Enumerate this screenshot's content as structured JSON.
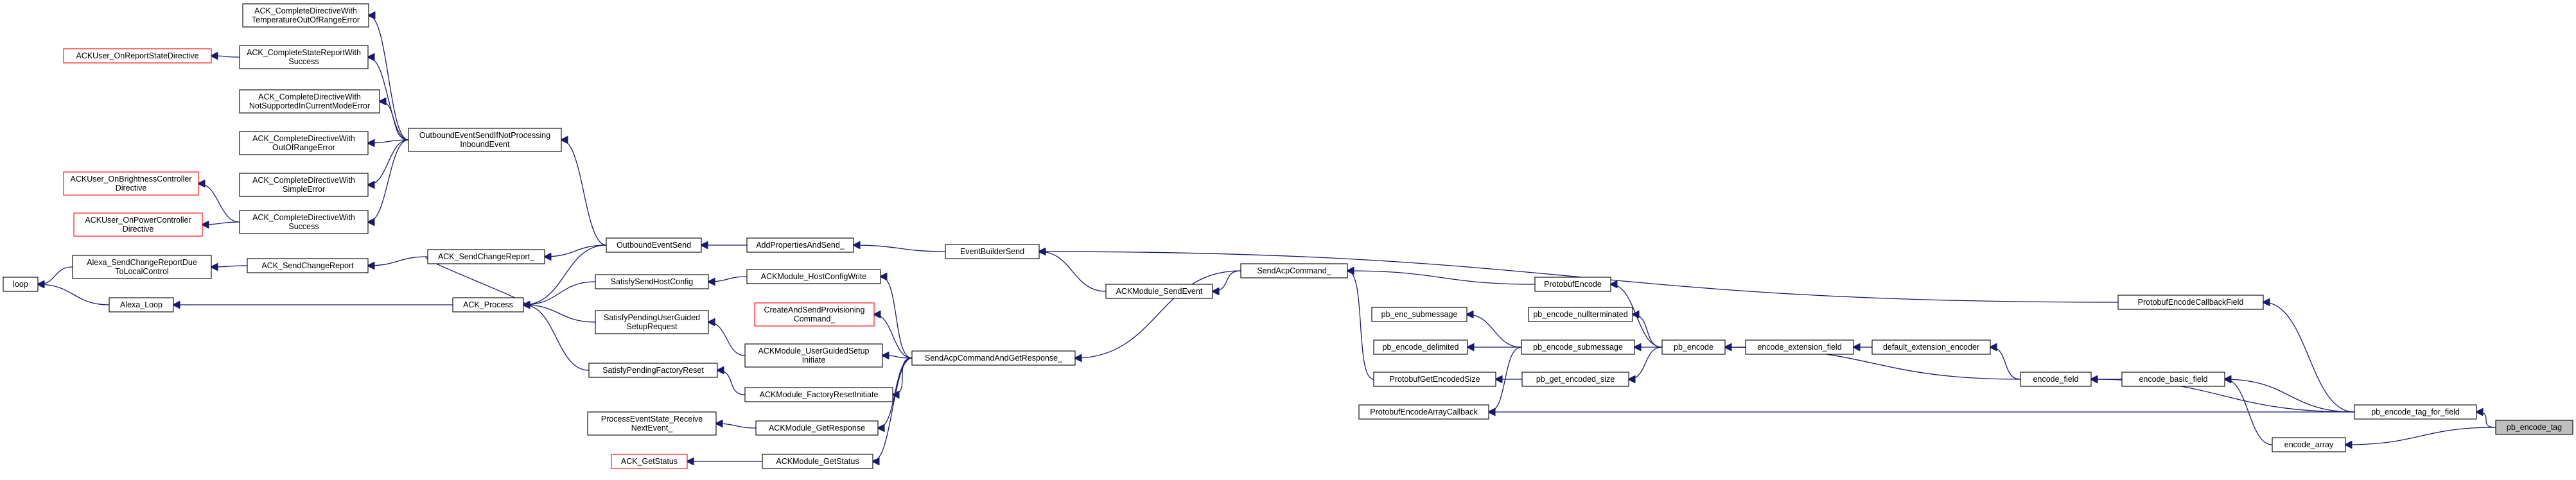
{
  "diagram": {
    "nodes": [
      {
        "id": "n_temp",
        "lines": [
          "ACK_CompleteDirectiveWith",
          "TemperatureOutOfRangeError"
        ],
        "style": "normal"
      },
      {
        "id": "n_onreport",
        "lines": [
          "ACKUser_OnReportStateDirective"
        ],
        "style": "incomplete"
      },
      {
        "id": "n_statereport",
        "lines": [
          "ACK_CompleteStateReportWith",
          "Success"
        ],
        "style": "normal"
      },
      {
        "id": "n_notsupported",
        "lines": [
          "ACK_CompleteDirectiveWith",
          "NotSupportedInCurrentModeError"
        ],
        "style": "normal"
      },
      {
        "id": "n_outbound_np",
        "lines": [
          "OutboundEventSendIfNotProcessing",
          "InboundEvent"
        ],
        "style": "normal"
      },
      {
        "id": "n_outofrange",
        "lines": [
          "ACK_CompleteDirectiveWith",
          "OutOfRangeError"
        ],
        "style": "normal"
      },
      {
        "id": "n_simpleerror",
        "lines": [
          "ACK_CompleteDirectiveWith",
          "SimpleError"
        ],
        "style": "normal"
      },
      {
        "id": "n_onbrightness",
        "lines": [
          "ACKUser_OnBrightnessController",
          "Directive"
        ],
        "style": "incomplete"
      },
      {
        "id": "n_onpower",
        "lines": [
          "ACKUser_OnPowerController",
          "Directive"
        ],
        "style": "incomplete"
      },
      {
        "id": "n_success",
        "lines": [
          "ACK_CompleteDirectiveWith",
          "Success"
        ],
        "style": "normal"
      },
      {
        "id": "n_outbound",
        "lines": [
          "OutboundEventSend"
        ],
        "style": "normal"
      },
      {
        "id": "n_addprops",
        "lines": [
          "AddPropertiesAndSend_"
        ],
        "style": "normal"
      },
      {
        "id": "n_eventbuilder",
        "lines": [
          "EventBuilderSend"
        ],
        "style": "normal"
      },
      {
        "id": "n_sendchangeport",
        "lines": [
          "ACK_SendChangeReport_"
        ],
        "style": "normal"
      },
      {
        "id": "n_alexa_scr",
        "lines": [
          "Alexa_SendChangeReportDue",
          "ToLocalControl"
        ],
        "style": "normal"
      },
      {
        "id": "n_ack_scr",
        "lines": [
          "ACK_SendChangeReport"
        ],
        "style": "normal"
      },
      {
        "id": "n_hostcfg_write",
        "lines": [
          "ACKModule_HostConfigWrite"
        ],
        "style": "normal"
      },
      {
        "id": "n_sendevent",
        "lines": [
          "ACKModule_SendEvent"
        ],
        "style": "normal"
      },
      {
        "id": "n_protoencode",
        "lines": [
          "ProtobufEncode"
        ],
        "style": "normal"
      },
      {
        "id": "n_cbfield",
        "lines": [
          "ProtobufEncodeCallbackField"
        ],
        "style": "normal"
      },
      {
        "id": "n_loop",
        "lines": [
          "loop"
        ],
        "style": "normal"
      },
      {
        "id": "n_alexa_loop",
        "lines": [
          "Alexa_Loop"
        ],
        "style": "normal"
      },
      {
        "id": "n_ack_process",
        "lines": [
          "ACK_Process"
        ],
        "style": "normal"
      },
      {
        "id": "n_sat_hostcfg",
        "lines": [
          "SatisfySendHostConfig"
        ],
        "style": "normal"
      },
      {
        "id": "n_sendacpcmd",
        "lines": [
          "SendAcpCommand_"
        ],
        "style": "normal"
      },
      {
        "id": "n_createsend",
        "lines": [
          "CreateAndSendProvisioning",
          "Command_"
        ],
        "style": "incomplete"
      },
      {
        "id": "n_pb_enc_sub",
        "lines": [
          "pb_enc_submessage"
        ],
        "style": "normal"
      },
      {
        "id": "n_pb_enc_nullterm",
        "lines": [
          "pb_encode_nullterminated"
        ],
        "style": "normal"
      },
      {
        "id": "n_sat_userguided",
        "lines": [
          "SatisfyPendingUserGuided",
          "SetupRequest"
        ],
        "style": "normal"
      },
      {
        "id": "n_pb_enc_delim",
        "lines": [
          "pb_encode_delimited"
        ],
        "style": "normal"
      },
      {
        "id": "n_pb_enc_submsg",
        "lines": [
          "pb_encode_submessage"
        ],
        "style": "normal"
      },
      {
        "id": "n_pb_encode",
        "lines": [
          "pb_encode"
        ],
        "style": "normal"
      },
      {
        "id": "n_enc_ext_field",
        "lines": [
          "encode_extension_field"
        ],
        "style": "normal"
      },
      {
        "id": "n_def_ext_enc",
        "lines": [
          "default_extension_encoder"
        ],
        "style": "normal"
      },
      {
        "id": "n_userguided_init",
        "lines": [
          "ACKModule_UserGuidedSetup",
          "Initiate"
        ],
        "style": "normal"
      },
      {
        "id": "n_sendacp_getresp",
        "lines": [
          "SendAcpCommandAndGetResponse_"
        ],
        "style": "normal"
      },
      {
        "id": "n_sat_factory",
        "lines": [
          "SatisfyPendingFactoryReset"
        ],
        "style": "normal"
      },
      {
        "id": "n_proto_getsize",
        "lines": [
          "ProtobufGetEncodedSize"
        ],
        "style": "normal"
      },
      {
        "id": "n_pb_get_enc_size",
        "lines": [
          "pb_get_encoded_size"
        ],
        "style": "normal"
      },
      {
        "id": "n_encode_field",
        "lines": [
          "encode_field"
        ],
        "style": "normal"
      },
      {
        "id": "n_encode_basic",
        "lines": [
          "encode_basic_field"
        ],
        "style": "normal"
      },
      {
        "id": "n_factory_init",
        "lines": [
          "ACKModule_FactoryResetInitiate"
        ],
        "style": "normal"
      },
      {
        "id": "n_proto_arr_cb",
        "lines": [
          "ProtobufEncodeArrayCallback"
        ],
        "style": "normal"
      },
      {
        "id": "n_pb_tag_field",
        "lines": [
          "pb_encode_tag_for_field"
        ],
        "style": "normal"
      },
      {
        "id": "n_pb_tag",
        "lines": [
          "pb_encode_tag"
        ],
        "style": "focus"
      },
      {
        "id": "n_proc_receive",
        "lines": [
          "ProcessEventState_Receive",
          "NextEvent_"
        ],
        "style": "normal"
      },
      {
        "id": "n_getresponse",
        "lines": [
          "ACKModule_GetResponse"
        ],
        "style": "normal"
      },
      {
        "id": "n_encode_array",
        "lines": [
          "encode_array"
        ],
        "style": "normal"
      },
      {
        "id": "n_ack_getstatus",
        "lines": [
          "ACK_GetStatus"
        ],
        "style": "incomplete"
      },
      {
        "id": "n_mod_getstatus",
        "lines": [
          "ACKModule_GetStatus"
        ],
        "style": "normal"
      }
    ]
  }
}
